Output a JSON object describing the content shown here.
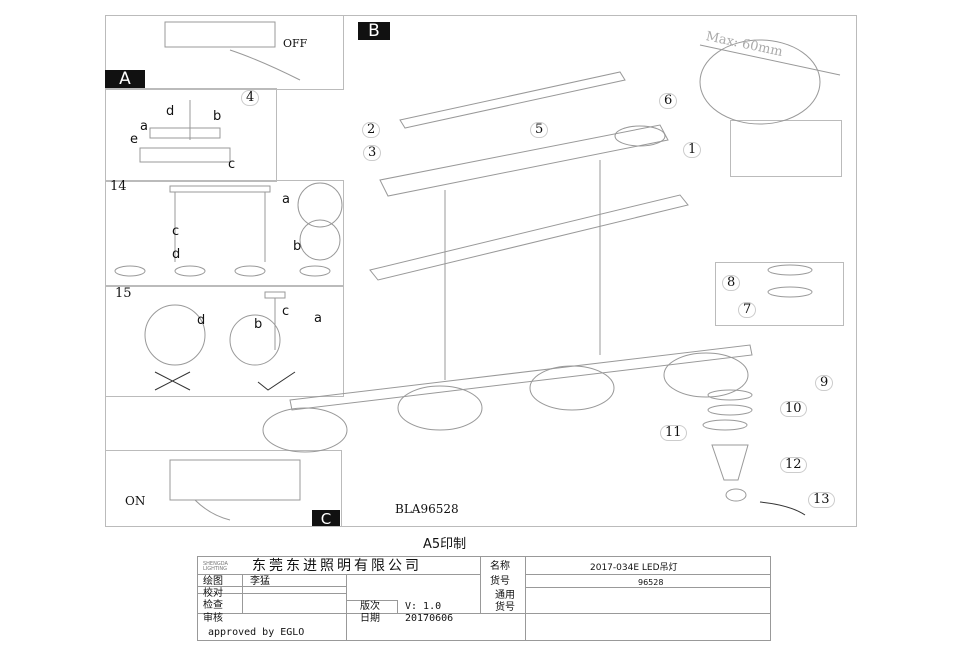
{
  "panels": {
    "a": "A",
    "b": "B",
    "c": "C"
  },
  "switch": {
    "off": "OFF",
    "on": "ON"
  },
  "steps": {
    "s1": "1",
    "s2": "2",
    "s3": "3",
    "s4": "4",
    "s5": "5",
    "s6": "6",
    "s7": "7",
    "s8": "8",
    "s9": "9",
    "s10": "10",
    "s11": "11",
    "s12": "12",
    "s13": "13",
    "s14": "14",
    "s15": "15"
  },
  "letters": {
    "a": "a",
    "b": "b",
    "c": "c",
    "d": "d",
    "e": "e"
  },
  "dimension": "Max: 60mm",
  "model": "BLA96528",
  "print_size": "A5印制",
  "title_block": {
    "logo_text": "SHENGDA LIGHTING",
    "company": "东莞东进照明有限公司",
    "name_label": "名称",
    "name_value": "2017-034E LED吊灯",
    "drawn_label": "绘图",
    "drawn_value": "李猛",
    "item_no_label": "货号",
    "item_no_value": "96528",
    "checked_label": "校对",
    "inspect_label": "检查",
    "general_item_label": "通用货号",
    "review_label": "审核",
    "version_label": "版次",
    "version_value": "V: 1.0",
    "date_label": "日期",
    "date_value": "20170606",
    "approved": "approved by EGLO"
  }
}
